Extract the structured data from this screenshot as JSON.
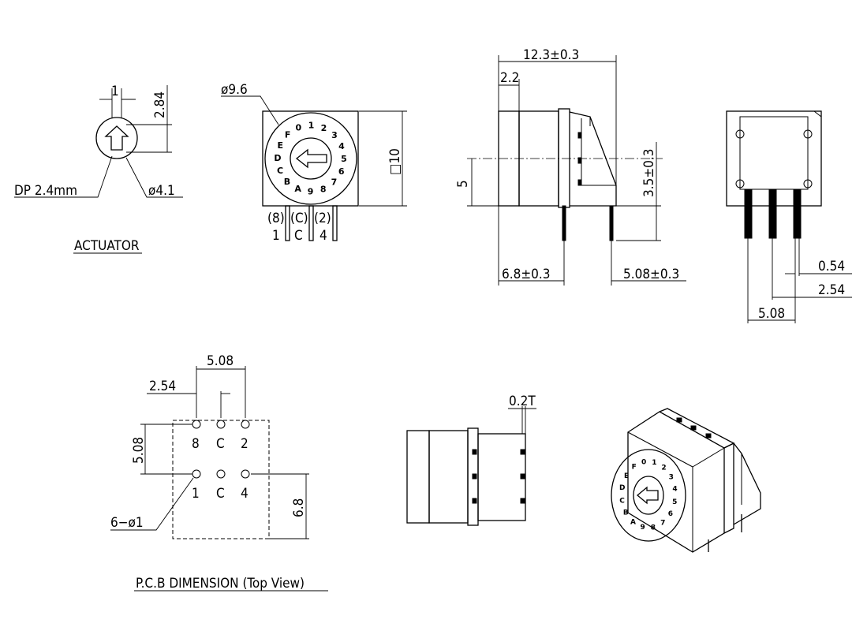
{
  "labels": {
    "actuator_title": "ACTUATOR",
    "pcb_title": "P.C.B DIMENSION (Top View)",
    "dp": "DP 2.4mm",
    "phi41": "ø4.1",
    "w1": "1",
    "h284": "2.84",
    "phi96": "ø9.6",
    "sq10": "□10",
    "pin_top": [
      "(8)",
      "(C)",
      "(2)"
    ],
    "pin_bottom": [
      "1",
      "C",
      "4"
    ],
    "d123": "12.3±0.3",
    "d22": "2.2",
    "d5": "5",
    "d35": "3.5±0.3",
    "d68s": "6.8±0.3",
    "d508s": "5.08±0.3",
    "d054": "0.54",
    "d254r": "2.54",
    "d508r": "5.08",
    "pcb_508": "5.08",
    "pcb_254": "2.54",
    "pcb_508v": "5.08",
    "pcb_68": "6.8",
    "pcb_holes": "6−ø1",
    "pcb_row1": [
      "8",
      "C",
      "2"
    ],
    "pcb_row2": [
      "1",
      "C",
      "4"
    ],
    "d02t": "0.2T"
  },
  "dial_chars": [
    "0",
    "1",
    "2",
    "3",
    "4",
    "5",
    "6",
    "7",
    "8",
    "9",
    "A",
    "B",
    "C",
    "D",
    "E",
    "F"
  ]
}
